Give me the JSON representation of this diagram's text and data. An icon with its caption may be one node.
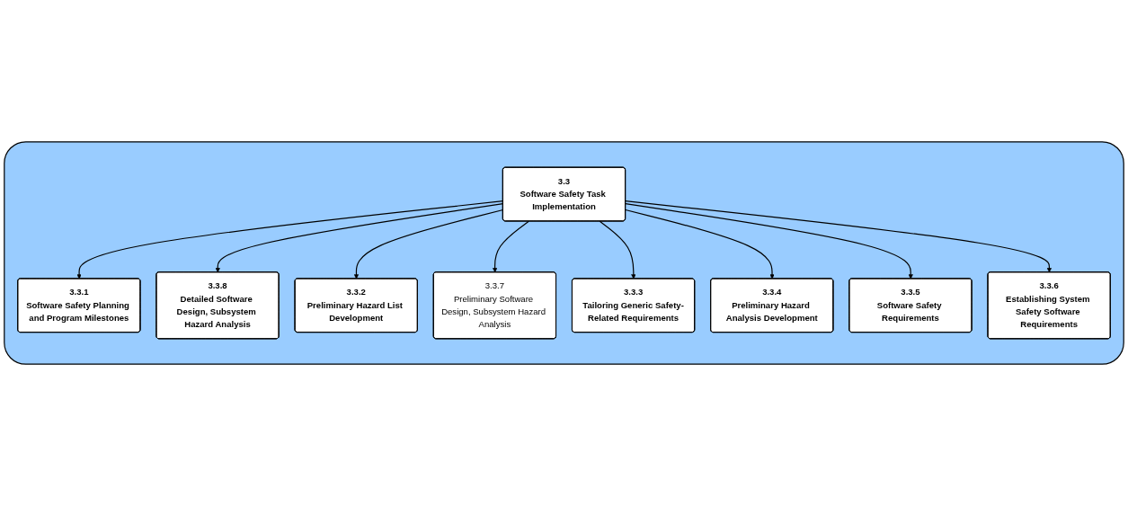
{
  "diagram": {
    "nodes": [
      {
        "text": [],
        "shape": "box"
      },
      {
        "text": [
          "3.3.1",
          "Software Safety Planning and Program Milestones"
        ],
        "in": 0
      },
      {
        "text": [
          "3.3",
          "Software Safety Task Implementation"
        ],
        "in": 0
      },
      {
        "text": [
          "3.3.8",
          "Detailed Software Design, Subsystem Hazard Analysis"
        ],
        "in": 0
      },
      {
        "text": [
          "3.3.2",
          "Preliminary Hazard List Development"
        ],
        "in": 0
      },
      {
        "text": [
          "3.3.7",
          "Preliminary Software Design, Subsystem Hazard Analysis"
        ],
        "in": 0
      },
      {
        "text": [
          "3.3.3",
          "Tailoring Generic Safety-Related Requirements"
        ],
        "in": 0
      },
      {
        "text": [
          "3.3.4",
          "Preliminary Hazard Analysis Development"
        ],
        "in": 0
      },
      {
        "text": [
          "3.3.5",
          "Software Safety Requirements"
        ],
        "in": 0
      },
      {
        "text": [
          "3.3.6",
          "Establishing System Safety Software Requirements"
        ],
        "in": 0
      }
    ],
    "edges": [
      {
        "from": 2,
        "to": 1,
        "arrow": "to"
      },
      {
        "from": 2,
        "to": 3,
        "arrow": "to"
      },
      {
        "from": 2,
        "to": 4,
        "arrow": "to"
      },
      {
        "from": 2,
        "to": 5,
        "arrow": "to"
      },
      {
        "from": 2,
        "to": 6,
        "arrow": "to"
      },
      {
        "from": 2,
        "to": 7,
        "arrow": "to"
      },
      {
        "from": 2,
        "to": 8,
        "arrow": "to"
      },
      {
        "from": 2,
        "to": 9,
        "arrow": "to"
      }
    ]
  }
}
